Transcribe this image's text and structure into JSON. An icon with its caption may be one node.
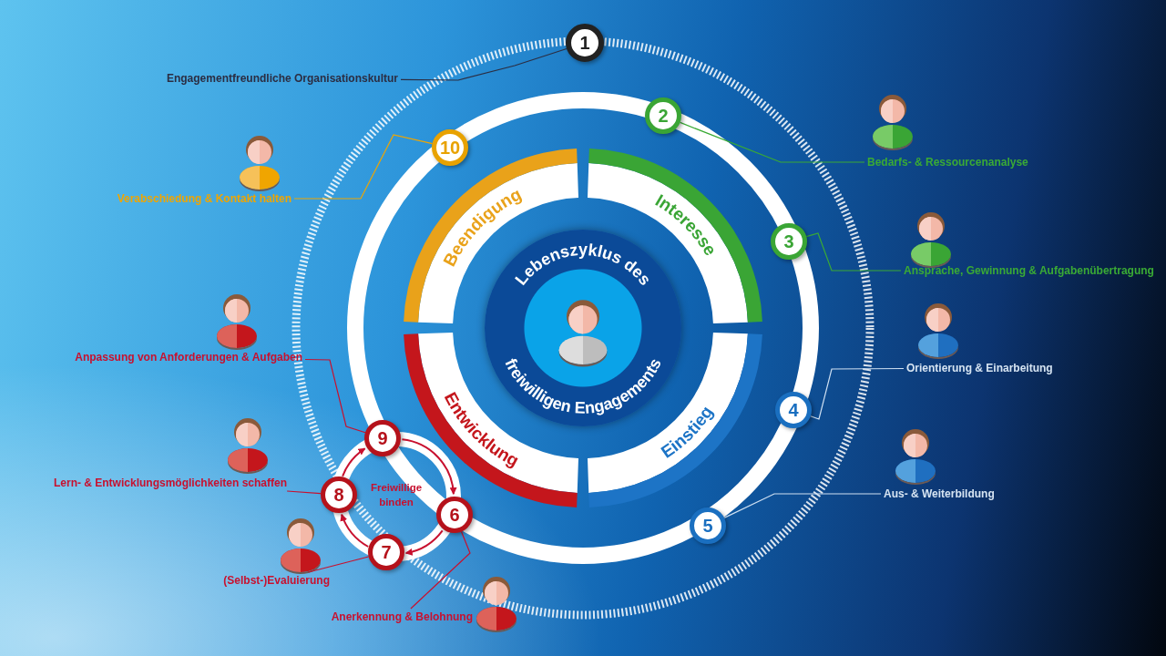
{
  "diagram": {
    "nodes": [
      {
        "text": [
          "Lebenszyklus des freiwilligen Engagements"
        ]
      },
      {
        "text": [
          "Beendigung"
        ]
      },
      {
        "text": [
          "Interesse"
        ]
      },
      {
        "text": [
          "Einstieg"
        ]
      },
      {
        "text": [
          "Entwicklung"
        ]
      },
      {
        "text": [
          "1"
        ]
      },
      {
        "text": [
          "2"
        ]
      },
      {
        "text": [
          "3"
        ]
      },
      {
        "text": [
          "4"
        ]
      },
      {
        "text": [
          "5"
        ]
      },
      {
        "text": [
          "6"
        ]
      },
      {
        "text": [
          "7"
        ]
      },
      {
        "text": [
          "8"
        ]
      },
      {
        "text": [
          "9"
        ]
      },
      {
        "text": [
          "10"
        ]
      },
      {
        "text": [
          "Engagementfreundliche Organisationskultur"
        ]
      },
      {
        "text": [
          "Bedarfs- & Ressourcenanalyse"
        ]
      },
      {
        "text": [
          "Ansprache, Gewinnung & Aufgabenübertragung"
        ]
      },
      {
        "text": [
          "Orientierung & Einarbeitung"
        ]
      },
      {
        "text": [
          "Aus- & Weiterbildung"
        ]
      },
      {
        "text": [
          "Anerkennung & Belohnung"
        ]
      },
      {
        "text": [
          "(Selbst-)Evaluierung"
        ]
      },
      {
        "text": [
          "Lern- & Entwicklungsmöglichkeiten schaffen"
        ]
      },
      {
        "text": [
          "Anpassung von Anforderungen & Aufgaben"
        ]
      },
      {
        "text": [
          "Verabschiedung & Kontakt halten"
        ]
      }
    ],
    "edges": [
      {
        "from": 15,
        "to": 5,
        "arrow": "none",
        "color": "#2b2d42"
      },
      {
        "from": 16,
        "to": 6,
        "arrow": "none",
        "color": "#3aaa35"
      },
      {
        "from": 17,
        "to": 7,
        "arrow": "none",
        "color": "#3aaa35"
      },
      {
        "from": 18,
        "to": 8,
        "arrow": "none",
        "color": "#cfe0f2"
      },
      {
        "from": 19,
        "to": 9,
        "arrow": "none",
        "color": "#cfe0f2"
      },
      {
        "from": 20,
        "to": 10,
        "arrow": "none"
      },
      {
        "from": 21,
        "to": 11,
        "arrow": "none"
      },
      {
        "from": 22,
        "to": 12,
        "arrow": "none"
      },
      {
        "from": 23,
        "to": 13,
        "arrow": "none"
      },
      {
        "from": 24,
        "to": 14,
        "arrow": "none",
        "color": "#f0a500"
      },
      {
        "from": 10,
        "to": 11,
        "arrow": "to"
      },
      {
        "from": 11,
        "to": 12,
        "arrow": "to"
      },
      {
        "from": 12,
        "to": 13,
        "arrow": "to"
      },
      {
        "from": 13,
        "to": 10,
        "arrow": "to"
      }
    ],
    "labels": [
      "Freiwillige binden"
    ]
  }
}
